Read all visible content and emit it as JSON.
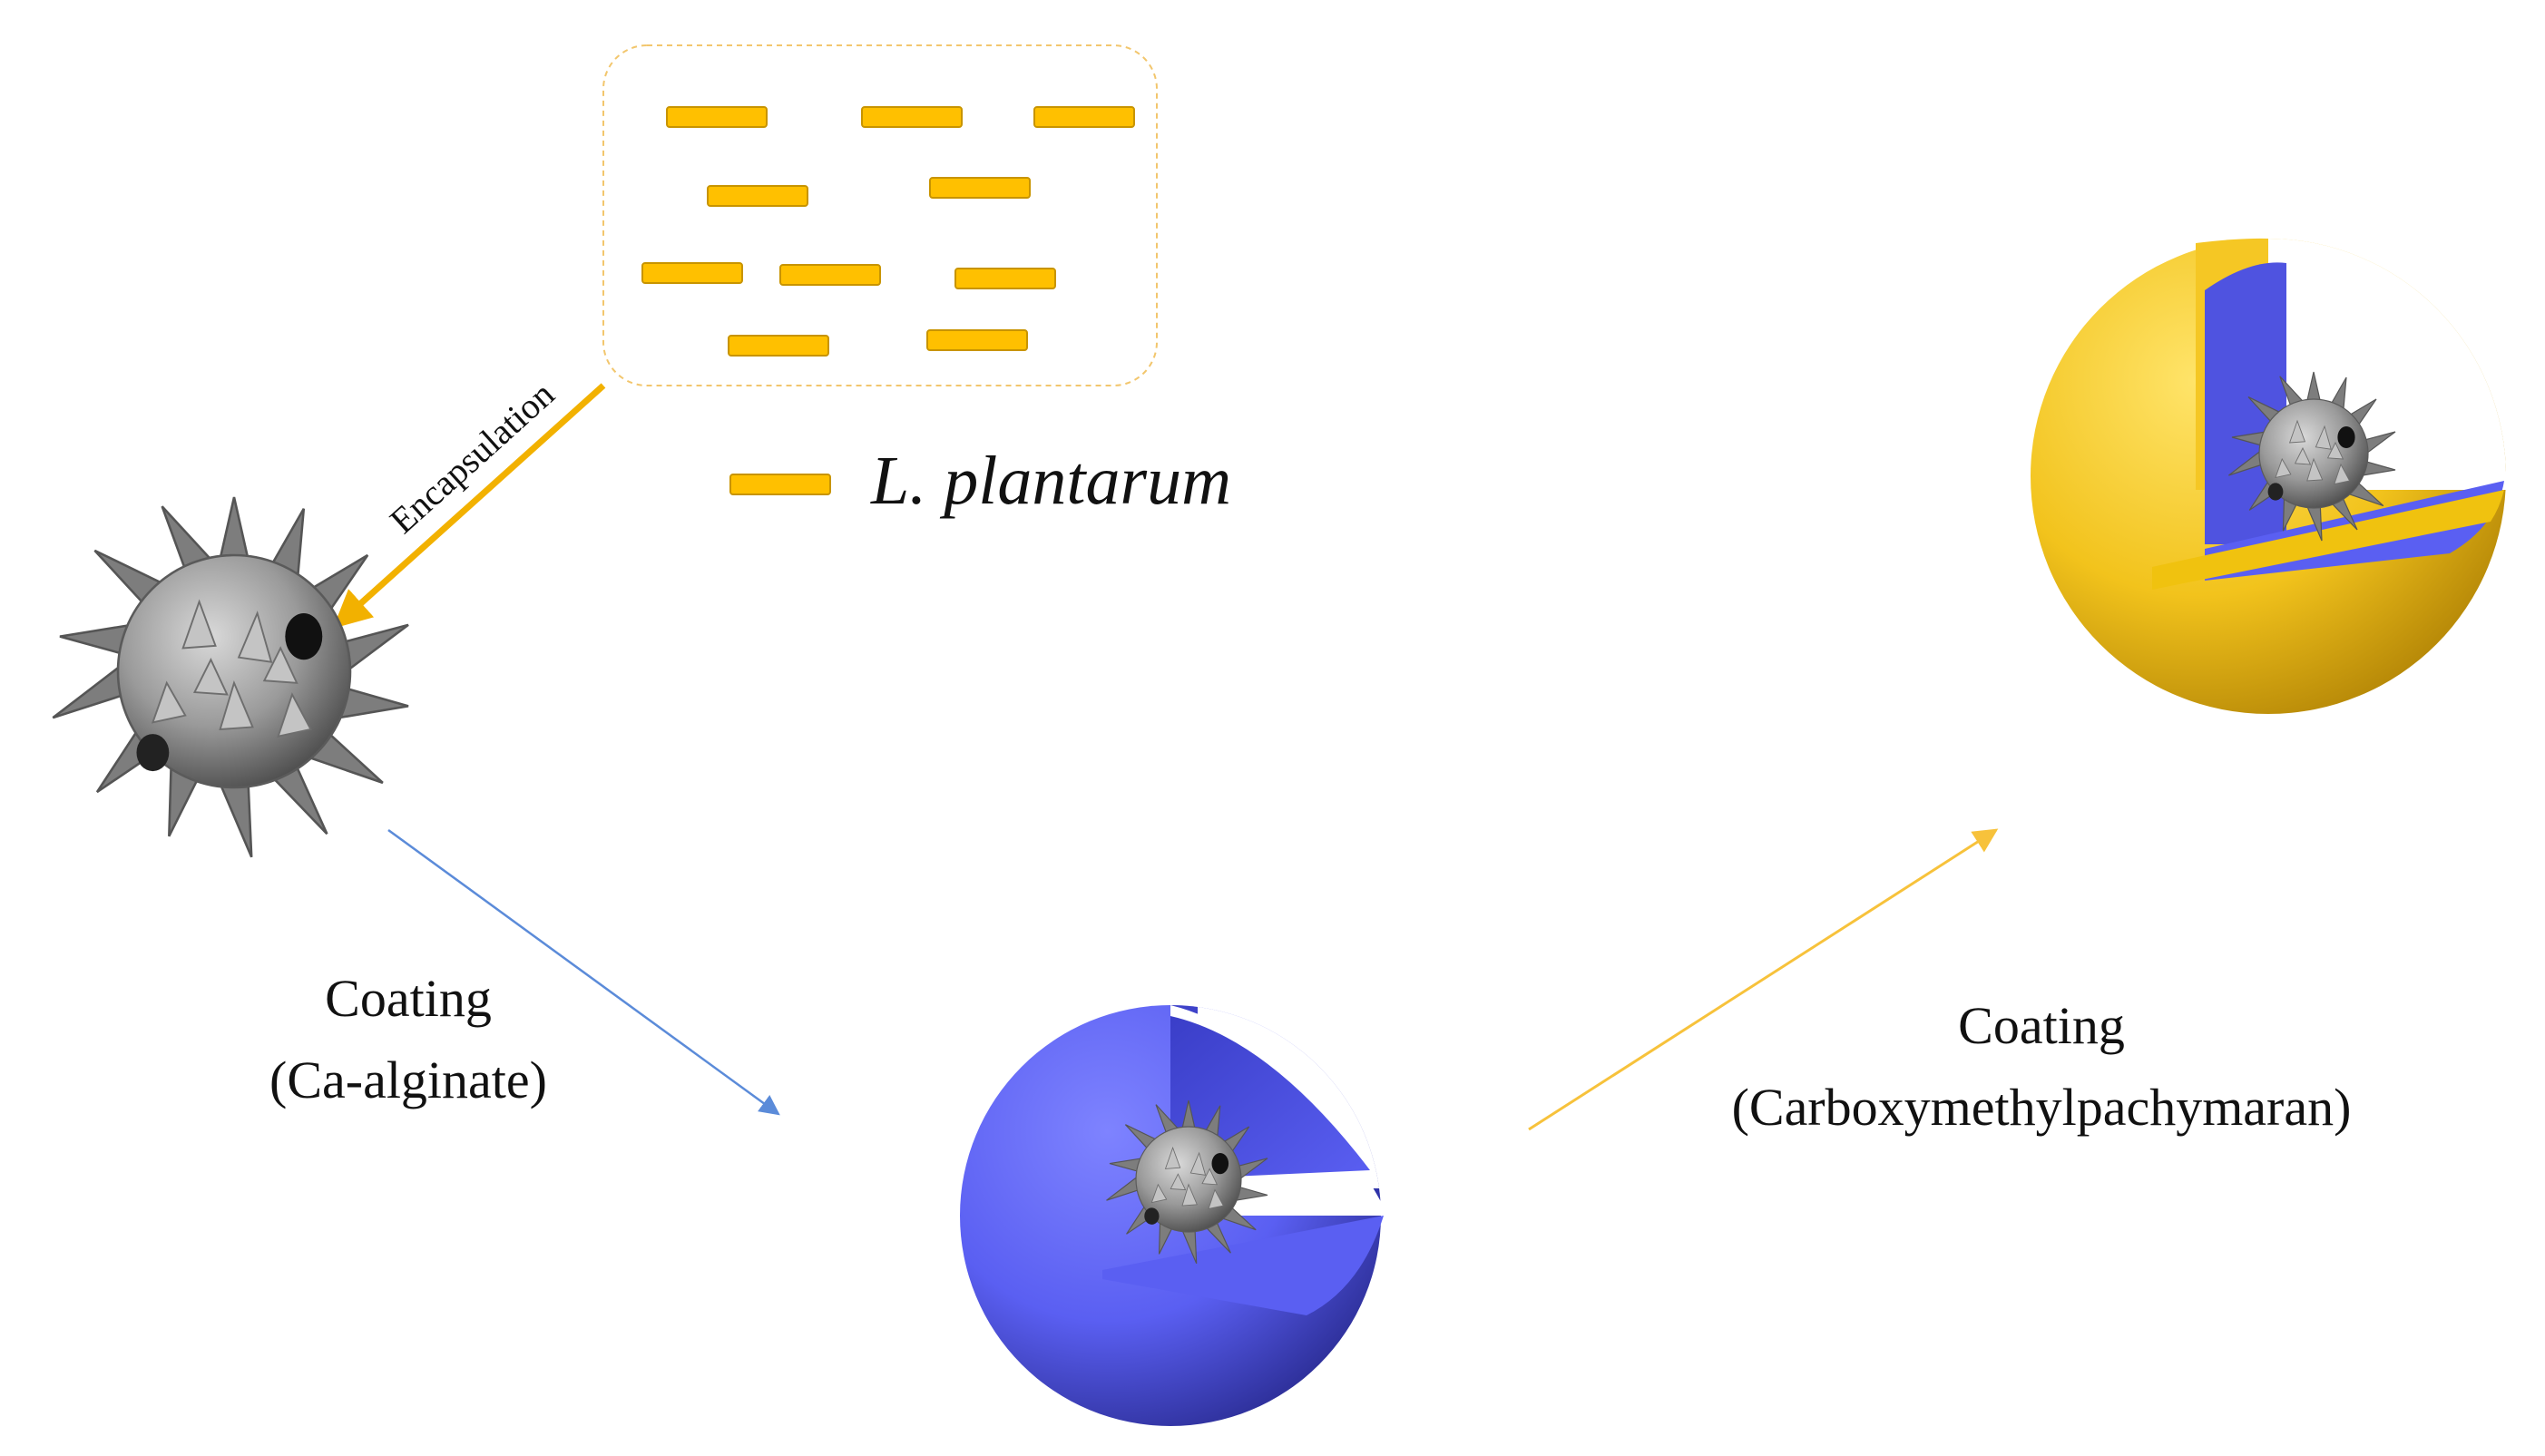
{
  "labels": {
    "encapsulation": "Encapsulation",
    "species": "L. plantarum",
    "step1_title": "Coating",
    "step1_sub": "(Ca-alginate)",
    "step2_title": "Coating",
    "step2_sub": "(Carboxymethylpachymaran)"
  },
  "colors": {
    "bacteria": "#FFC000",
    "bacteria_stroke": "#C89400",
    "inner_shell": "#5A5FF2",
    "inner_shell_dark": "#3537B0",
    "outer_shell": "#F2C31C",
    "outer_shell_dark": "#C89A0E",
    "pollen": "#8A8A8A",
    "arrow_encap": "#F2B100",
    "arrow_blue": "#5B8BD9",
    "arrow_yellow": "#F7C23B",
    "box_border": "#F2C66D"
  },
  "icons": {
    "pollen": "spiky-pollen-grain-icon",
    "bacterium": "rod-bacterium-icon"
  }
}
